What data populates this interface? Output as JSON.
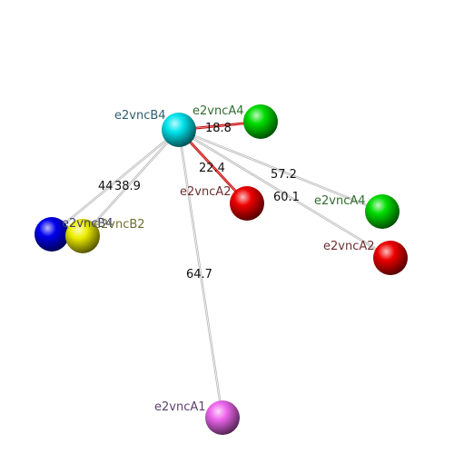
{
  "nodes": [
    {
      "id": "B4",
      "label": "e2vncB4",
      "color": "#00e5ee",
      "label_color": "#2f5f6f"
    },
    {
      "id": "A4a",
      "label": "e2vncA4",
      "color": "#00dd00",
      "label_color": "#2f6f2f"
    },
    {
      "id": "A2a",
      "label": "e2vncA2",
      "color": "#ee0000",
      "label_color": "#6f2f2f"
    },
    {
      "id": "A4b",
      "label": "e2vncA4",
      "color": "#00dd00",
      "label_color": "#2f6f2f"
    },
    {
      "id": "A2b",
      "label": "e2vncA2",
      "color": "#ee0000",
      "label_color": "#6f2f2f"
    },
    {
      "id": "Bl",
      "label": "e2vncB4",
      "color": "#0000ee",
      "label_color": "#3f3f6f"
    },
    {
      "id": "B2",
      "label": "e2vncB2",
      "color": "#eeee00",
      "label_color": "#6f6f2f"
    },
    {
      "id": "A1",
      "label": "e2vncA1",
      "color": "#ee66ee",
      "label_color": "#5f3f6f"
    }
  ],
  "edges": [
    {
      "from": "B4",
      "to": "A4a",
      "label": "18.8",
      "color": "#cc1111"
    },
    {
      "from": "B4",
      "to": "A2a",
      "label": "22.4",
      "color": "#cc1111"
    },
    {
      "from": "B4",
      "to": "A4b",
      "label": "57.2",
      "color": "#bbbbbb"
    },
    {
      "from": "B4",
      "to": "A2b",
      "label": "60.1",
      "color": "#bbbbbb"
    },
    {
      "from": "B4",
      "to": "Bl",
      "label": "44",
      "color": "#bbbbbb"
    },
    {
      "from": "B4",
      "to": "B2",
      "label": "38.9",
      "color": "#bbbbbb"
    },
    {
      "from": "B4",
      "to": "A1",
      "label": "64.7",
      "color": "#bbbbbb"
    }
  ]
}
